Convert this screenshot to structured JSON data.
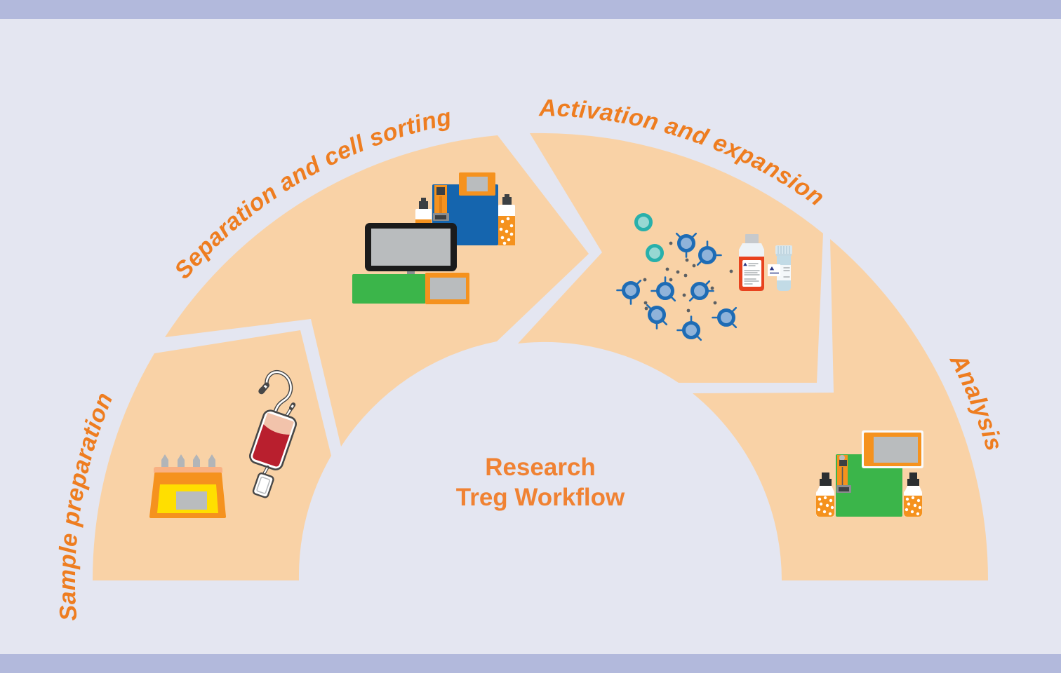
{
  "title": {
    "line1": "Research",
    "line2": "Treg Workflow"
  },
  "steps": [
    {
      "label": "Sample preparation",
      "icons": [
        "tissue-heater-device",
        "blood-bag"
      ]
    },
    {
      "label": "Separation and cell sorting",
      "icons": [
        "magnetic-separator",
        "reagent-bottles",
        "computer-monitor",
        "benchtop-instrument"
      ]
    },
    {
      "label": "Activation and expansion",
      "icons": [
        "treg-cells",
        "activation-beads",
        "medium-bottle",
        "reagent-tube"
      ]
    },
    {
      "label": "Analysis",
      "icons": [
        "flow-cytometer",
        "instrument-monitor",
        "buffer-bottles"
      ]
    }
  ],
  "colors": {
    "background": "#e4e6f1",
    "band": "#b2b9dc",
    "segment": "#f9d2a6",
    "accent_text": "#ee7d20",
    "title_orange": "#f08233",
    "equipment_orange": "#f5921e",
    "yellow": "#ffdf00",
    "salmon": "#f9b183",
    "green": "#3bb54a",
    "blue": "#1565ae",
    "cell_ring": "#1e6cb5",
    "cell_fill": "#8fb3da",
    "teal_ring": "#29b0ab",
    "teal_fill": "#97d8d3",
    "gray_light": "#b9bcbe",
    "gray_mid": "#8a8d90",
    "gray_dark": "#3c4043",
    "near_black": "#1b1b1b",
    "cap_black": "#2b2e31",
    "white": "#ffffff",
    "red_label": "#e8421e",
    "blood_red": "#b91f2e",
    "plasma_pink": "#f2c3ab",
    "tube_blue": "#c2dbe6",
    "tube_cap": "#d9e8ef",
    "outline": "#474747",
    "pin_gray": "#b2b5b8",
    "dot_gray": "#5c6063",
    "logo_blue": "#283583"
  }
}
